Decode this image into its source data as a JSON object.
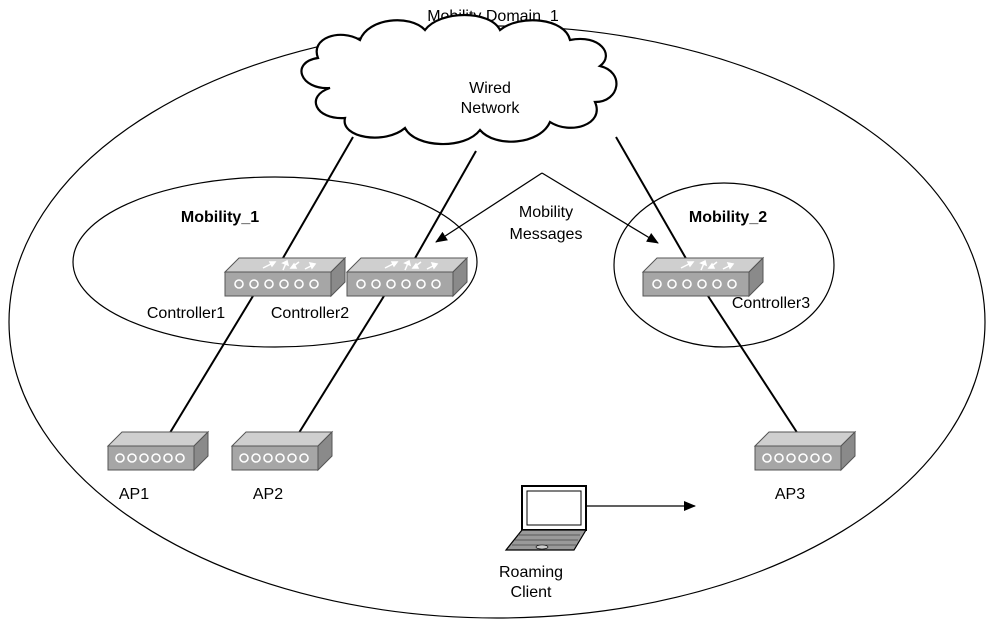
{
  "domain_label": "Mobility Domain_1",
  "cloud": {
    "line1": "Wired",
    "line2": "Network"
  },
  "groups": [
    {
      "label": "Mobility_1"
    },
    {
      "label": "Mobility_2"
    }
  ],
  "message_label": {
    "line1": "Mobility",
    "line2": "Messages"
  },
  "controllers": [
    {
      "label": "Controller1"
    },
    {
      "label": "Controller2"
    },
    {
      "label": "Controller3"
    }
  ],
  "access_points": [
    {
      "label": "AP1"
    },
    {
      "label": "AP2"
    },
    {
      "label": "AP3"
    }
  ],
  "client": {
    "line1": "Roaming",
    "line2": "Client"
  },
  "icons": {
    "controller": "wlan-controller-icon",
    "access_point": "access-point-icon",
    "client": "laptop-icon",
    "network": "cloud-icon"
  },
  "colors": {
    "device_fill": "#a6a6a6",
    "device_top": "#cfcfcf",
    "stroke": "#000000"
  }
}
